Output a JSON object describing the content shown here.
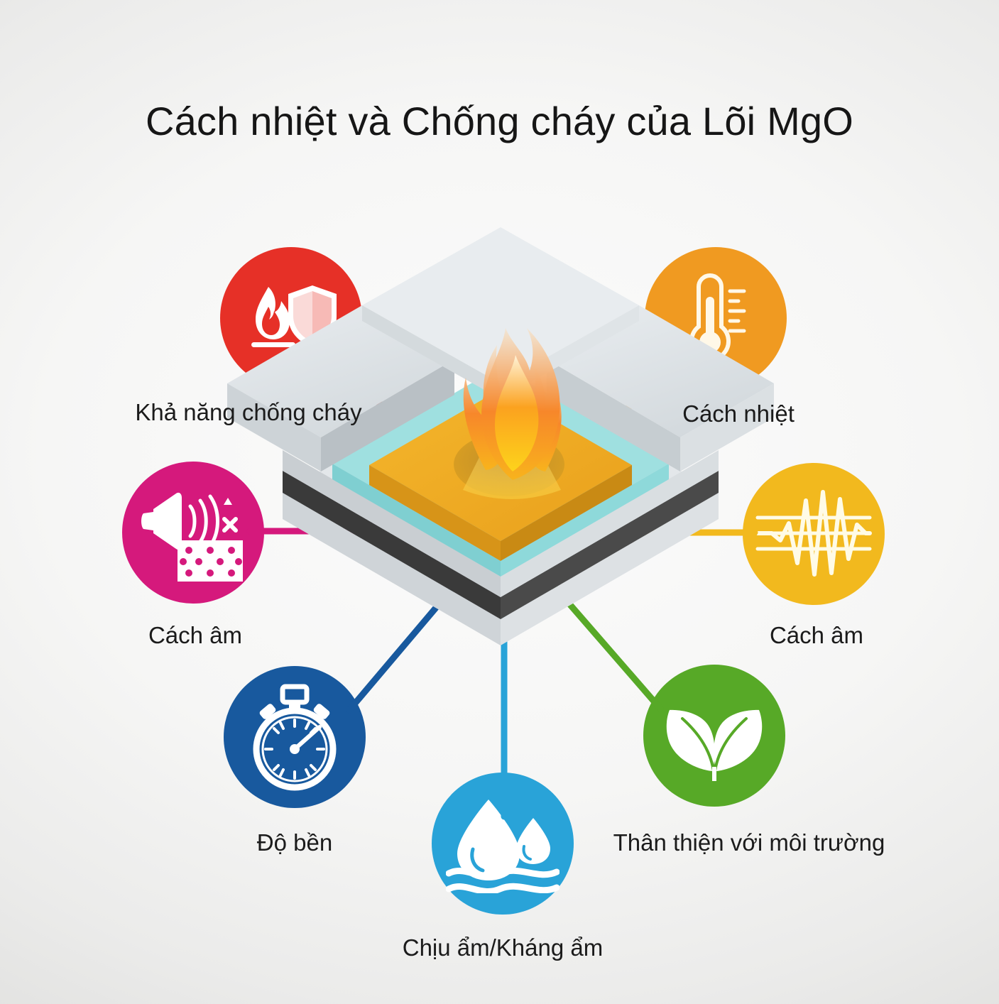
{
  "header": {
    "title": "Cách nhiệt và Chống cháy của Lõi MgO"
  },
  "diagram": {
    "center": {
      "name": "mgo-core-panel",
      "layers": [
        "top-board",
        "mgo-core",
        "cyan-layer",
        "dark-layer",
        "base-board"
      ],
      "flame": "flame-illustration"
    },
    "nodes": [
      {
        "id": "fire-resistance",
        "label": "Khả năng chống cháy",
        "icon": "flame-shield-icon",
        "color": "#e63027"
      },
      {
        "id": "thermal-insulation",
        "label": "Cách nhiệt",
        "icon": "thermometer-icon",
        "color": "#f09a21"
      },
      {
        "id": "sound-insulation-left",
        "label": "Cách âm",
        "icon": "megaphone-soundproof-icon",
        "color": "#d5197c"
      },
      {
        "id": "sound-insulation-right",
        "label": "Cách âm",
        "icon": "waveform-icon",
        "color": "#f2b91e"
      },
      {
        "id": "durability",
        "label": "Độ bền",
        "icon": "stopwatch-icon",
        "color": "#18599e"
      },
      {
        "id": "moisture-resistance",
        "label": "Chịu ẩm/Kháng ẩm",
        "icon": "water-drop-icon",
        "color": "#29a3d8"
      },
      {
        "id": "eco-friendly",
        "label": "Thân thiện với môi trường",
        "icon": "leaf-icon",
        "color": "#57a927"
      }
    ],
    "palette": {
      "background_light": "#fbfbfb",
      "background_edge": "#d4d4d2",
      "core_gold": "#eda321",
      "core_gold_dark": "#d08c16",
      "cyan_layer": "#87dbdc",
      "dark_layer": "#3c3c3c",
      "board_light": "#d8dde0",
      "board_face": "#e7ebee",
      "flame_orange": "#f68a1f",
      "flame_yellow": "#fcd21c"
    }
  }
}
